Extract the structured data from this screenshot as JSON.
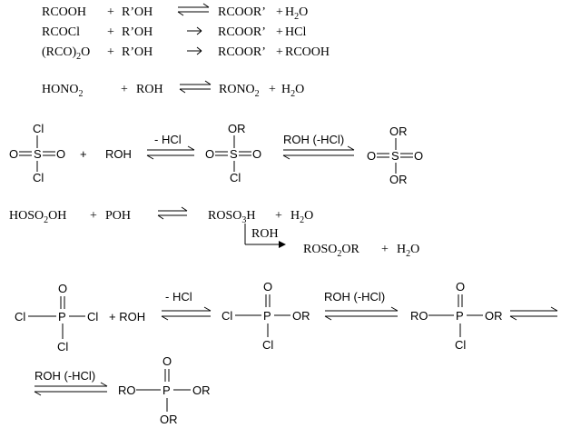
{
  "esterification": [
    {
      "acid": "RCOOH",
      "plus1": "+",
      "alcohol": "R’OH",
      "product": "RCOOR’",
      "plus2": "+",
      "byproduct": "H",
      "byproduct_sub": "2",
      "byproduct_tail": "O"
    },
    {
      "acid": "RCOCl",
      "plus1": "+",
      "alcohol": "R’OH",
      "product": "RCOOR’",
      "plus2": "+",
      "byproduct": "HCl"
    },
    {
      "acid_a": "(RCO)",
      "acid_sub": "2",
      "acid_b": "O",
      "plus1": "+",
      "alcohol": "R’OH",
      "product": "RCOOR’",
      "plus2": "+",
      "byproduct": "RCOOH"
    }
  ],
  "nitration": {
    "acid_a": "HONO",
    "acid_sub": "2",
    "plus1": "+",
    "alcohol": "ROH",
    "product_a": "RONO",
    "product_sub": "2",
    "plus2": "+",
    "water_a": "H",
    "water_sub": "2",
    "water_b": "O"
  },
  "sulfuryl": {
    "cl": "Cl",
    "o": "O",
    "s": "S",
    "plus": "+",
    "roh": "ROH",
    "step1_label": "- HCl",
    "or": "OR",
    "step2_label": "ROH (-HCl)"
  },
  "sulfuric": {
    "acid_a": "HOSO",
    "acid_sub": "2",
    "acid_b": "OH",
    "plus1": "+",
    "alcohol": "POH",
    "product_a": "ROSO",
    "product_sub": "3",
    "product_b": "H",
    "plus2": "+",
    "water_a": "H",
    "water_sub": "2",
    "water_b": "O",
    "branch_label": "ROH",
    "product2_a": "ROSO",
    "product2_sub": "2",
    "product2_b": "OR",
    "plus3": "+",
    "water2_a": "H",
    "water2_sub": "2",
    "water2_b": "O"
  },
  "phosphoryl": {
    "cl": "Cl",
    "o": "O",
    "p": "P",
    "plus_roh": "+ ROH",
    "step1_label": "- HCl",
    "or": "OR",
    "ro": "RO",
    "step2_label": "ROH (-HCl)",
    "step3_label": "ROH (-HCl)"
  }
}
